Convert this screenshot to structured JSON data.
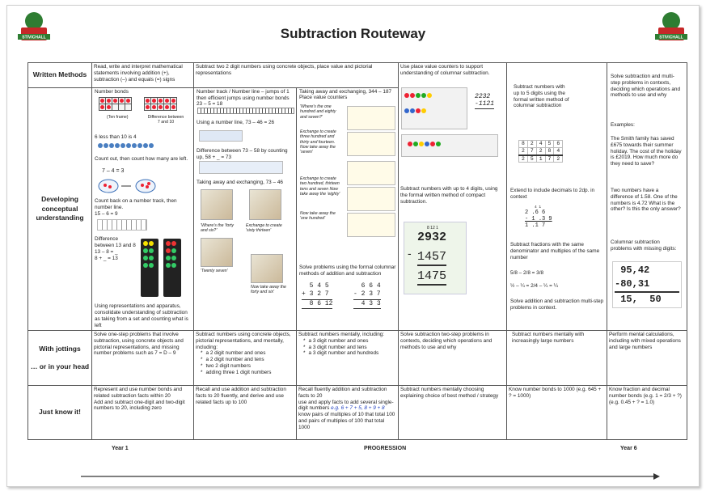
{
  "title": "Subtraction Routeway",
  "row_headers": {
    "written": "Written Methods",
    "developing": "Developing conceptual understanding",
    "jottings_a": "With jottings",
    "jottings_b": "… or in your head",
    "know": "Just know it!"
  },
  "written": {
    "c1": "Read, write and interpret mathematical statements involving addition (+), subtraction (–) and equals (=) signs",
    "c2": "Subtract two 2 digit numbers using concrete objects, place value and pictorial representations",
    "c4": "Use place value counters to support understanding of columnar subtraction.",
    "c7": "Solve subtraction and multi-step problems in contexts, deciding which operations and methods to use and why"
  },
  "developing": {
    "c1": {
      "bonds": "Number bonds",
      "ten_frame": "(Ten frame)",
      "difference_7_10": "Difference between 7 and 10",
      "six_less": "6 less than 10 is 4",
      "count_out": "Count out, then count how many are left.",
      "eq": "7 – 4  =  3",
      "count_back": "Count back on a number track, then number line.",
      "eq2": "15 – 6 = 9",
      "diff_13_8": "Difference between 13 and 8",
      "eq3": "13 – 8 = _",
      "eq4": "8 + _ = 13",
      "using_reps": "Using representations and apparatus, consolidate understanding of subtraction as taking from a set and counting what is left"
    },
    "c2": {
      "numtrack": "Number track / Number line – jumps of 1 then efficient jumps using number bonds",
      "eq1": "23 – 5 = 18",
      "numline": "Using a number line, 73 – 46 = 26",
      "diff": "Difference between 73 – 58 by counting up, 58 + _ = 73",
      "taking": "Taking away and exchanging, 73 – 46",
      "cap1": "'Where's the 'forty and six?'",
      "cap2": "Exchange to create 'sixty thirteen'",
      "cap3": "'Twenty seven'",
      "cap4": "Now take away the forty and six'"
    },
    "c3": {
      "taking": "Taking away and exchanging, 344 – 187",
      "pv": "Place value counters",
      "n1": "'Where's the one hundred and eighty and seven?'",
      "n2": "Exchange to create three hundred and thirty and fourteen. Now take away the 'seven'",
      "n3": "Exchange to create two hundred, thirteen tens and seven Now take away the 'eighty'",
      "n4": "Now take away the 'one hundred'",
      "solve": "Solve problems using the formal columnar methods of addition and subtraction",
      "calc_add": [
        "5 4 5",
        "+ 3 2 7",
        "8 6 12"
      ],
      "calc_sub": [
        "6 6 4",
        "- 2 3 7",
        "4 3 3"
      ]
    },
    "c4": {
      "calc_top": [
        "2232",
        "-1121"
      ],
      "up4": "Subtract numbers with up to 4 digits, using the formal written method of compact subtraction.",
      "calc": [
        "2932",
        "1457",
        "1475"
      ],
      "calc_small": "8 12 1"
    },
    "c5": {
      "up5": "Subtract numbers with up to 5 digits using the formal written method of columnar subtraction",
      "grid": [
        [
          "8",
          "2",
          "4",
          "5",
          "6"
        ],
        [
          "2",
          "7",
          "2",
          "8",
          "4"
        ],
        [
          "2",
          "5",
          "1",
          "7",
          "2"
        ]
      ],
      "extend": "Extend to include decimals to 2dp. in context",
      "dec": [
        "4 1",
        "2 .6 6",
        "- 1 .3 9",
        "1 .1 7"
      ],
      "fractions": "Subtract fractions with the same denominator and multiples of the same number",
      "f1": "5/8 – 2/8 = 3/8",
      "f2": "½ – ¼ = 2/4 – ¼ = ¼",
      "solve": "Solve addition and subtraction multi-step problems in context."
    },
    "c7": {
      "examples": "Examples:",
      "ex1": "The Smith family has saved £675 towards their summer holiday. The cost of the holiday is £2019. How much more do they need to save?",
      "ex2": "Two numbers have a difference of 1.58. One of the numbers is 4.72 What is the other? Is this the only answer?",
      "missing": "Columnar subtraction problems with missing digits:",
      "grid": [
        [
          "9",
          "5",
          ",",
          "4",
          "2"
        ],
        [
          "-8",
          "0",
          ",",
          "3",
          "1"
        ],
        [
          "1",
          "5",
          ",",
          "",
          "5",
          "0"
        ]
      ]
    }
  },
  "jottings": {
    "c1": "Solve one-step problems that involve subtraction, using concrete objects and pictorial representations, and missing number problems such as 7 = D – 9",
    "c2_intro": "Subtract numbers using concrete objects, pictorial representations, and mentally, including:",
    "c2_items": [
      "a 2 digit number and ones",
      "a 2 digit number and tens",
      "two 2 digit numbers",
      "adding three 1 digit numbers"
    ],
    "c3_intro": "Subtract numbers mentally, including:",
    "c3_items": [
      "a 3 digit number and ones",
      "a 3 digit number and tens",
      "a 3 digit number and hundreds"
    ],
    "c4": "Solve  subtraction two-step problems in contexts, deciding which operations and methods to use and why",
    "c5": "Subtract numbers mentally with increasingly large numbers",
    "c7": "Perform mental calculations, including with mixed operations and large numbers"
  },
  "know": {
    "c1": "Represent and use number bonds and related subtraction facts within 20",
    "c1b": "Add and subtract one-digit and two-digit numbers to 20, including zero",
    "c2": "Recall and use addition and subtraction facts to 20 fluently, and derive and use related facts up to 100",
    "c3a": "Recall fluently addition and subtraction facts to 20",
    "c3b": "use and apply facts to add several single-digit numbers",
    "c3c": "e.g. 6 + 7 + 5, 8 + 9 + 8",
    "c3d": "know pairs of multiples of 10 that total 100 and pairs of multiples of 100 that total 1000",
    "c4": "Subtract numbers mentally choosing explaining choice of best method / strategy",
    "c5": "Know number bonds to 1000 (e.g. 645 + ? = 1000)",
    "c7": "Know fraction and decimal number bonds (e.g. 1 = 2/3 + ?) (e.g. 0.45 + ? = 1.0)"
  },
  "footer": {
    "year1": "Year 1",
    "progression": "PROGRESSION",
    "year6": "Year 6"
  },
  "logo_text": "STIVICHALL",
  "colors": {
    "logo_green": "#2e7d32",
    "logo_red": "#c62828",
    "blue_text": "#1f3fbf"
  }
}
